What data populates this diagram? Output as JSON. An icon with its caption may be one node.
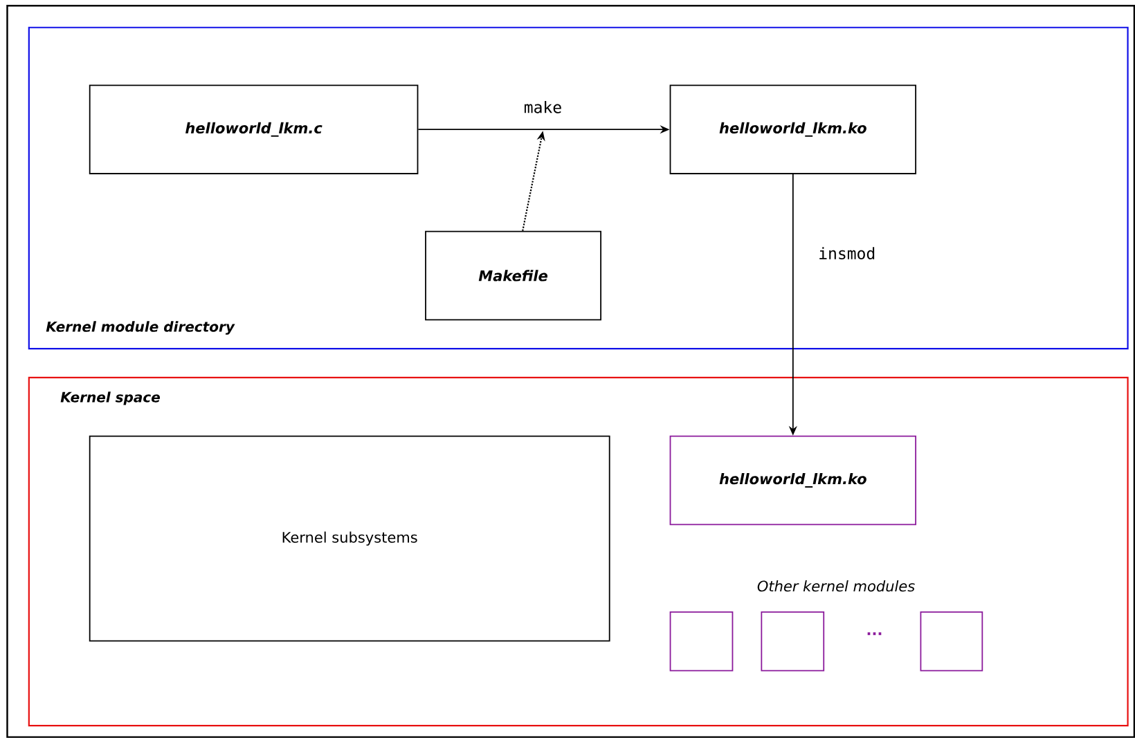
{
  "diagram": {
    "nodes": [
      {
        "text": [
          "Kernel module directory"
        ]
      },
      {
        "text": [
          "helloworld_lkm.c"
        ],
        "in": 0
      },
      {
        "text": [
          "helloworld_lkm.ko"
        ],
        "in": 0
      },
      {
        "text": [
          "Makefile"
        ],
        "in": 0
      },
      {
        "text": [
          "Kernel space"
        ]
      },
      {
        "text": [
          "Kernel subsystems"
        ],
        "in": 4
      },
      {
        "text": [
          "helloworld_lkm.ko"
        ],
        "in": 4
      },
      {
        "text": [],
        "shape": "box",
        "in": 4
      },
      {
        "text": [],
        "shape": "box",
        "in": 4
      },
      {
        "text": [],
        "shape": "box",
        "in": 4
      }
    ],
    "edges": [
      {
        "from": 1,
        "to": 2,
        "arrow": "to",
        "label": "make"
      },
      {
        "from": 3,
        "to": null,
        "arrow": "to",
        "style": "dashed"
      },
      {
        "from": 2,
        "to": 6,
        "arrow": "to",
        "label": "insmod"
      }
    ],
    "labels": [
      "Other kernel modules",
      "..."
    ]
  }
}
